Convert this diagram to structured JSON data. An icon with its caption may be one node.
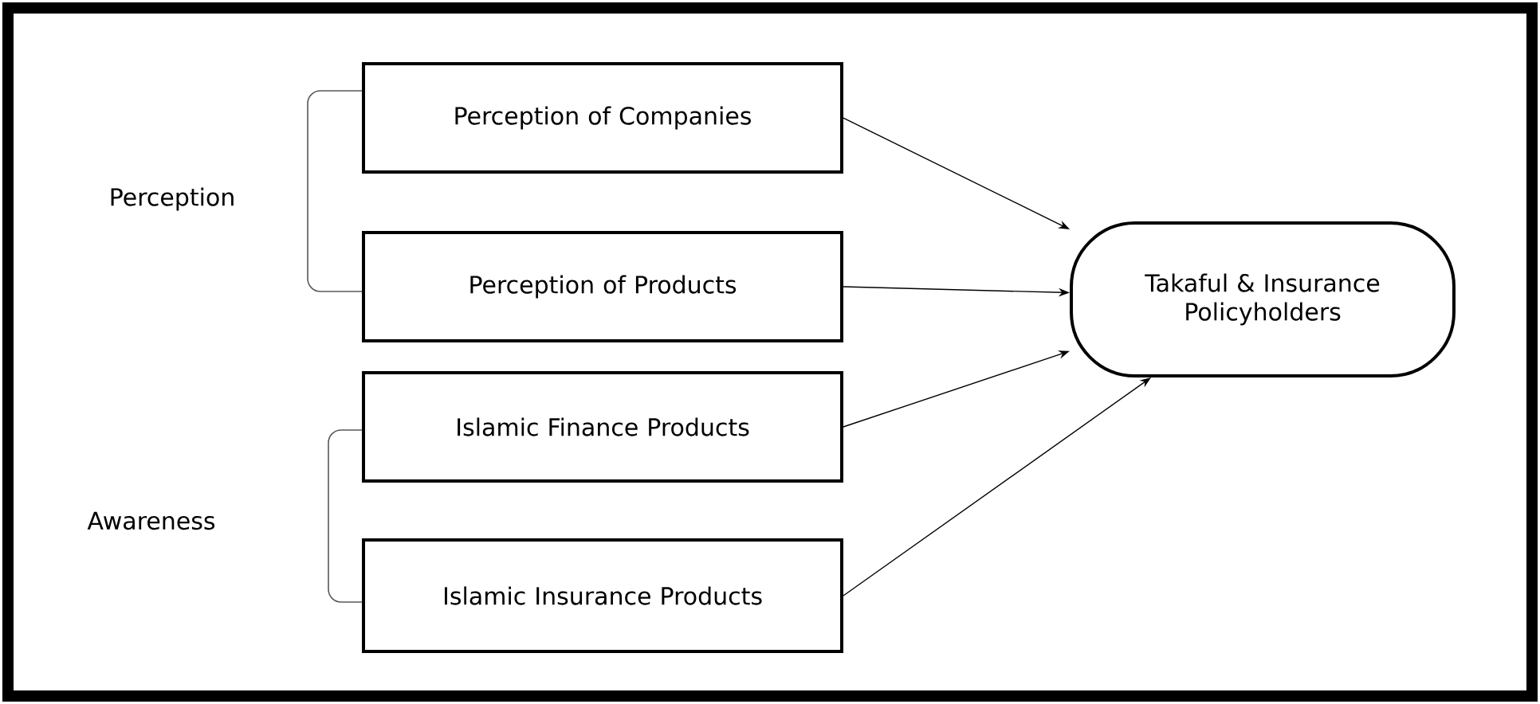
{
  "diagram": {
    "nodes": [
      {
        "text": [
          "Perception of Companies"
        ]
      },
      {
        "text": [
          "Perception of Products"
        ]
      },
      {
        "text": [
          "Islamic Finance Products"
        ]
      },
      {
        "text": [
          "Islamic Insurance Products"
        ]
      },
      {
        "text": [
          "Takaful & Insurance Policyholders"
        ]
      }
    ],
    "edges": [
      {
        "from": 0,
        "to": 4,
        "arrow": "to"
      },
      {
        "from": 1,
        "to": 4,
        "arrow": "to"
      },
      {
        "from": 2,
        "to": 4,
        "arrow": "to"
      },
      {
        "from": 3,
        "to": 4,
        "arrow": "to"
      }
    ],
    "labels": [
      "Perception",
      "Awareness"
    ]
  }
}
